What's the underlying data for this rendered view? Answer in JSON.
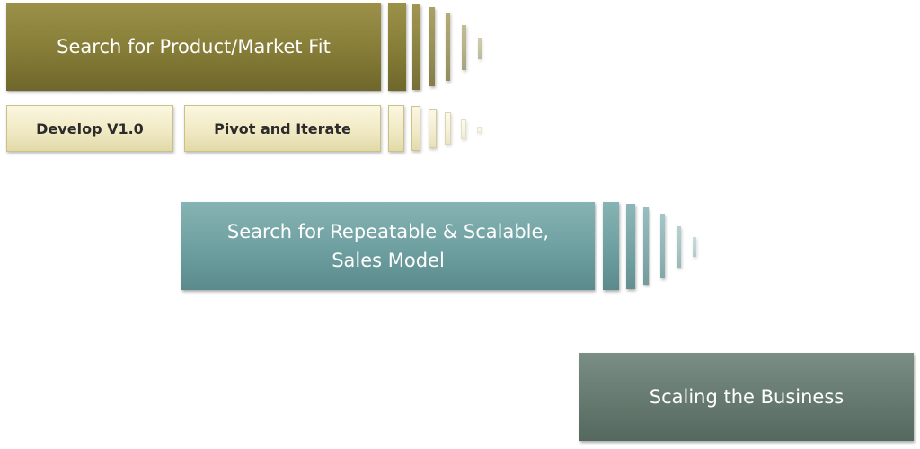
{
  "stages": {
    "product_market_fit": {
      "label": "Search for Product/Market Fit"
    },
    "develop": {
      "label": "Develop V1.0"
    },
    "pivot": {
      "label": "Pivot and Iterate"
    },
    "sales_model": {
      "line1": "Search for Repeatable & Scalable,",
      "line2": "Sales Model"
    },
    "scaling": {
      "label": "Scaling the Business"
    }
  },
  "colors": {
    "olive": "#857c37",
    "cream": "#efe8c2",
    "teal": "#6e9fa0",
    "slate": "#66796f"
  }
}
